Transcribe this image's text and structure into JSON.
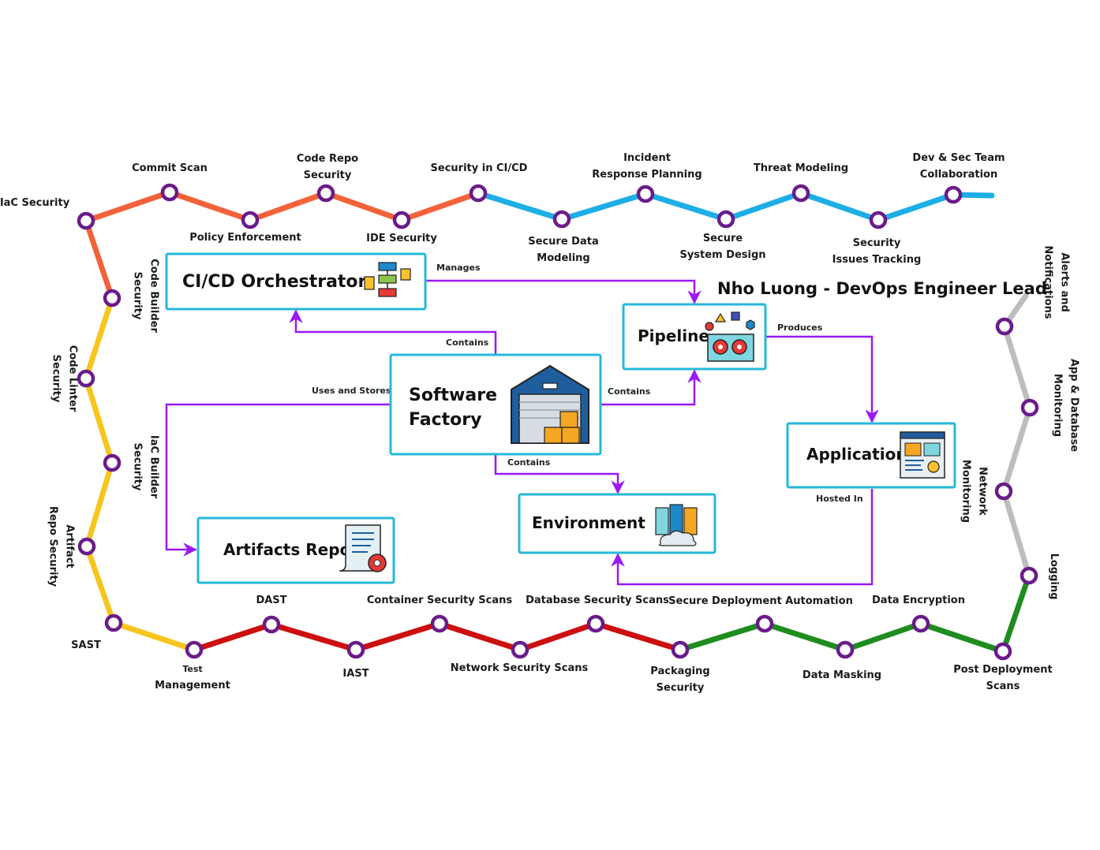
{
  "author": "Nho Luong - DevOps Engineer Lead",
  "colors": {
    "plan_track": "#f4623a",
    "code_track": "#1eaee6",
    "build_track": "#f7c51e",
    "test_track": "#cc0f0f",
    "deploy_track": "#1f8c1f",
    "monitor_track": "#bdbdbd",
    "station_ring": "#6a1b8a",
    "box_border": "#25b9d9",
    "arrow": "#9b19f5"
  },
  "stations": {
    "iac_security": "IaC Security",
    "commit_scan": "Commit Scan",
    "policy_enforcement": "Policy Enforcement",
    "code_repo_security": "Code Repo Security",
    "ide_security": "IDE Security",
    "security_in_cicd": "Security in CI/CD",
    "secure_data_modeling": "Secure Data Modeling",
    "incident_response_planning": "Incident Response Planning",
    "secure_system_design": "Secure System Design",
    "threat_modeling": "Threat Modeling",
    "security_issues_tracking": "Security Issues Tracking",
    "dev_sec_team_collaboration": "Dev & Sec Team Collaboration",
    "code_builder_security": "Code Builder Security",
    "code_linter_security": "Code Linter Security",
    "iac_builder_security": "IaC  Builder Security",
    "artifact_repo_security": "Artifact Repo Security",
    "sast": "SAST",
    "test_management": "Test Management",
    "dast": "DAST",
    "iast": "IAST",
    "container_security_scans": "Container Security Scans",
    "network_security_scans": "Network Security Scans",
    "database_security_scans": "Database Security Scans",
    "packaging_security": "Packaging Security",
    "secure_deployment_automation": "Secure Deployment Automation",
    "data_masking": "Data Masking",
    "data_encryption": "Data Encryption",
    "post_deployment_scans": "Post Deployment Scans",
    "logging": "Logging",
    "network_monitoring": "Network Monitoring",
    "app_database_monitoring": "App & Database Monitoring",
    "alerts_notifications": "Alerts and Notifications"
  },
  "boxes": {
    "cicd_orchestrator": "CI/CD Orchestrator",
    "software_factory": "Software Factory",
    "pipeline": "Pipeline",
    "application": "Application",
    "environment": "Environment",
    "artifacts_repo": "Artifacts Repo"
  },
  "edges": {
    "manages": "Manages",
    "contains_orchestrator": "Contains",
    "contains_pipeline": "Contains",
    "contains_environment": "Contains",
    "uses_and_stores": "Uses and Stores",
    "produces": "Produces",
    "hosted_in": "Hosted In"
  },
  "icons": {
    "cicd_orchestrator": "flowchart-icon",
    "software_factory": "warehouse-icon",
    "pipeline": "conveyor-machine-icon",
    "application": "app-window-icon",
    "environment": "server-cloud-icon",
    "artifacts_repo": "document-gear-icon"
  }
}
